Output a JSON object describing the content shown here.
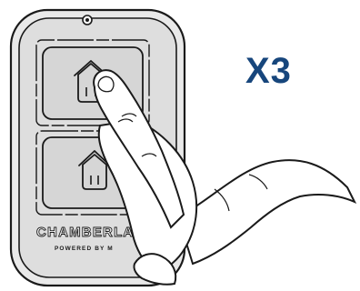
{
  "illustration": {
    "press_count": "X3",
    "press_count_color": "#17467c",
    "brand": "CHAMBERLAIN",
    "tagline": "POWERED BY M",
    "remote_body_color": "#e9e9e9",
    "remote_outline_color": "#1a1a1a",
    "button_color": "#d8d8d8",
    "button_count": 2,
    "pressed_button": "top",
    "icons": [
      "house-icon",
      "house-icon",
      "hand-icon"
    ]
  }
}
